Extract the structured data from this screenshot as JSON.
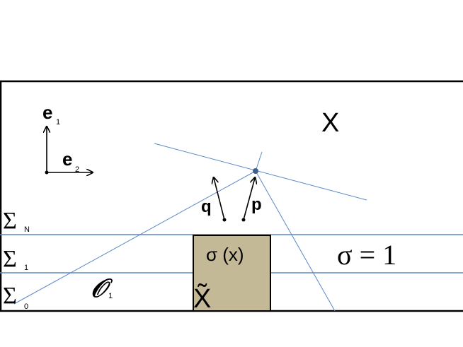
{
  "labels": {
    "e1": "e",
    "e1_sub": "1",
    "e2": "e",
    "e2_sub": "2",
    "X": "X",
    "q": "q",
    "p": "p",
    "sigma_N": "Σ",
    "sigma_N_sub": "N",
    "sigma_1": "Σ",
    "sigma_1_sub": "1",
    "sigma_0": "Σ",
    "sigma_0_sub": "0",
    "O": "𝒪",
    "O_sub": "1",
    "sigma_x": "σ (x)",
    "sigma_eq": "σ = 1",
    "x_tilde": "X̃"
  },
  "colors": {
    "frame": "#000000",
    "blue_line": "#5b87c7",
    "box_fill": "#c4b997",
    "point": "#3f5f8f",
    "text": "#000000"
  }
}
